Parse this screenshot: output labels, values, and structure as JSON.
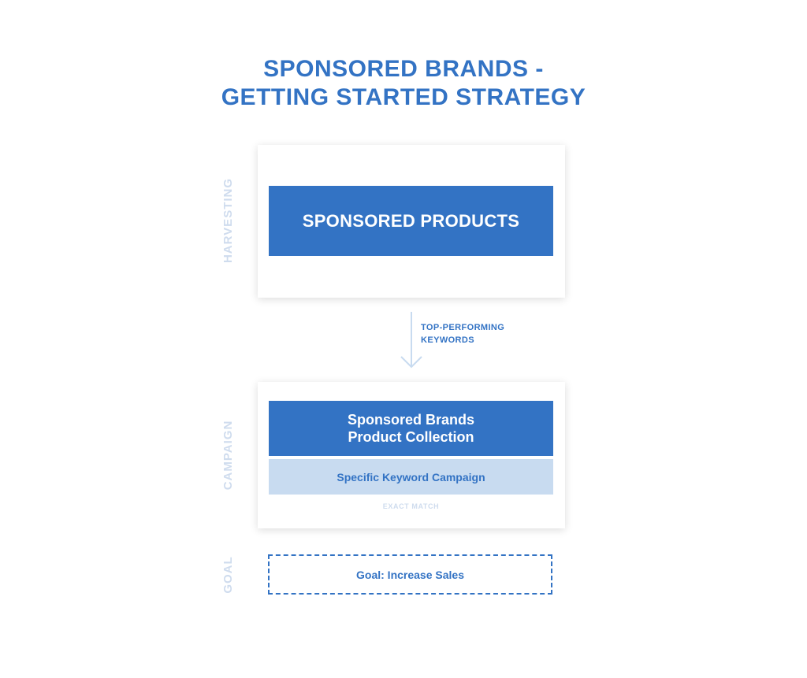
{
  "title": {
    "line1": "SPONSORED BRANDS -",
    "line2": "GETTING STARTED STRATEGY"
  },
  "stages": {
    "harvesting": "HARVESTING",
    "campaign": "CAMPAIGN",
    "goal": "GOAL"
  },
  "harvesting_card": {
    "label": "SPONSORED PRODUCTS"
  },
  "arrow": {
    "line1": "TOP-PERFORMING",
    "line2": "KEYWORDS"
  },
  "campaign_card": {
    "headline_line1": "Sponsored Brands",
    "headline_line2": "Product Collection",
    "sub_label": "Specific Keyword Campaign",
    "match_type": "EXACT MATCH"
  },
  "goal_box": {
    "label": "Goal: Increase Sales"
  },
  "colors": {
    "primary": "#3373c4",
    "light": "#c8dbf0",
    "faint": "#cfdcee"
  }
}
